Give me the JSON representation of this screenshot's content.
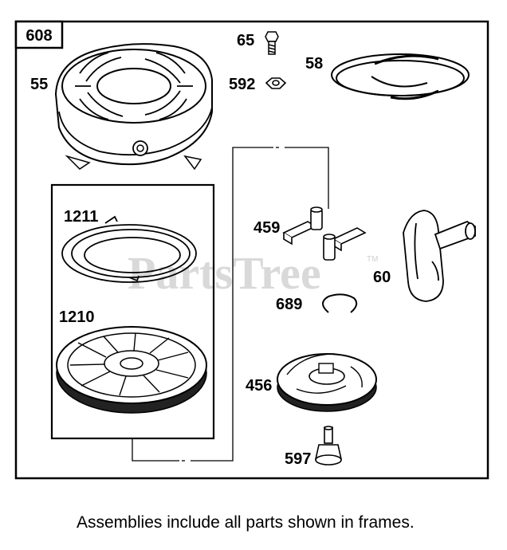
{
  "diagram": {
    "assembly_number": "608",
    "watermark": "PartsTree",
    "watermark_tm": "TM",
    "parts": [
      {
        "id": "starter-housing",
        "label": "55"
      },
      {
        "id": "screw",
        "label": "65"
      },
      {
        "id": "nut",
        "label": "592"
      },
      {
        "id": "rope",
        "label": "58"
      },
      {
        "id": "recoil-spring",
        "label": "1211"
      },
      {
        "id": "pulley",
        "label": "1210"
      },
      {
        "id": "dog",
        "label": "459"
      },
      {
        "id": "handle",
        "label": "60"
      },
      {
        "id": "retainer-ring",
        "label": "689"
      },
      {
        "id": "retainer",
        "label": "456"
      },
      {
        "id": "shoulder-screw",
        "label": "597"
      }
    ]
  },
  "footer_note": "Assemblies include all parts shown in frames."
}
